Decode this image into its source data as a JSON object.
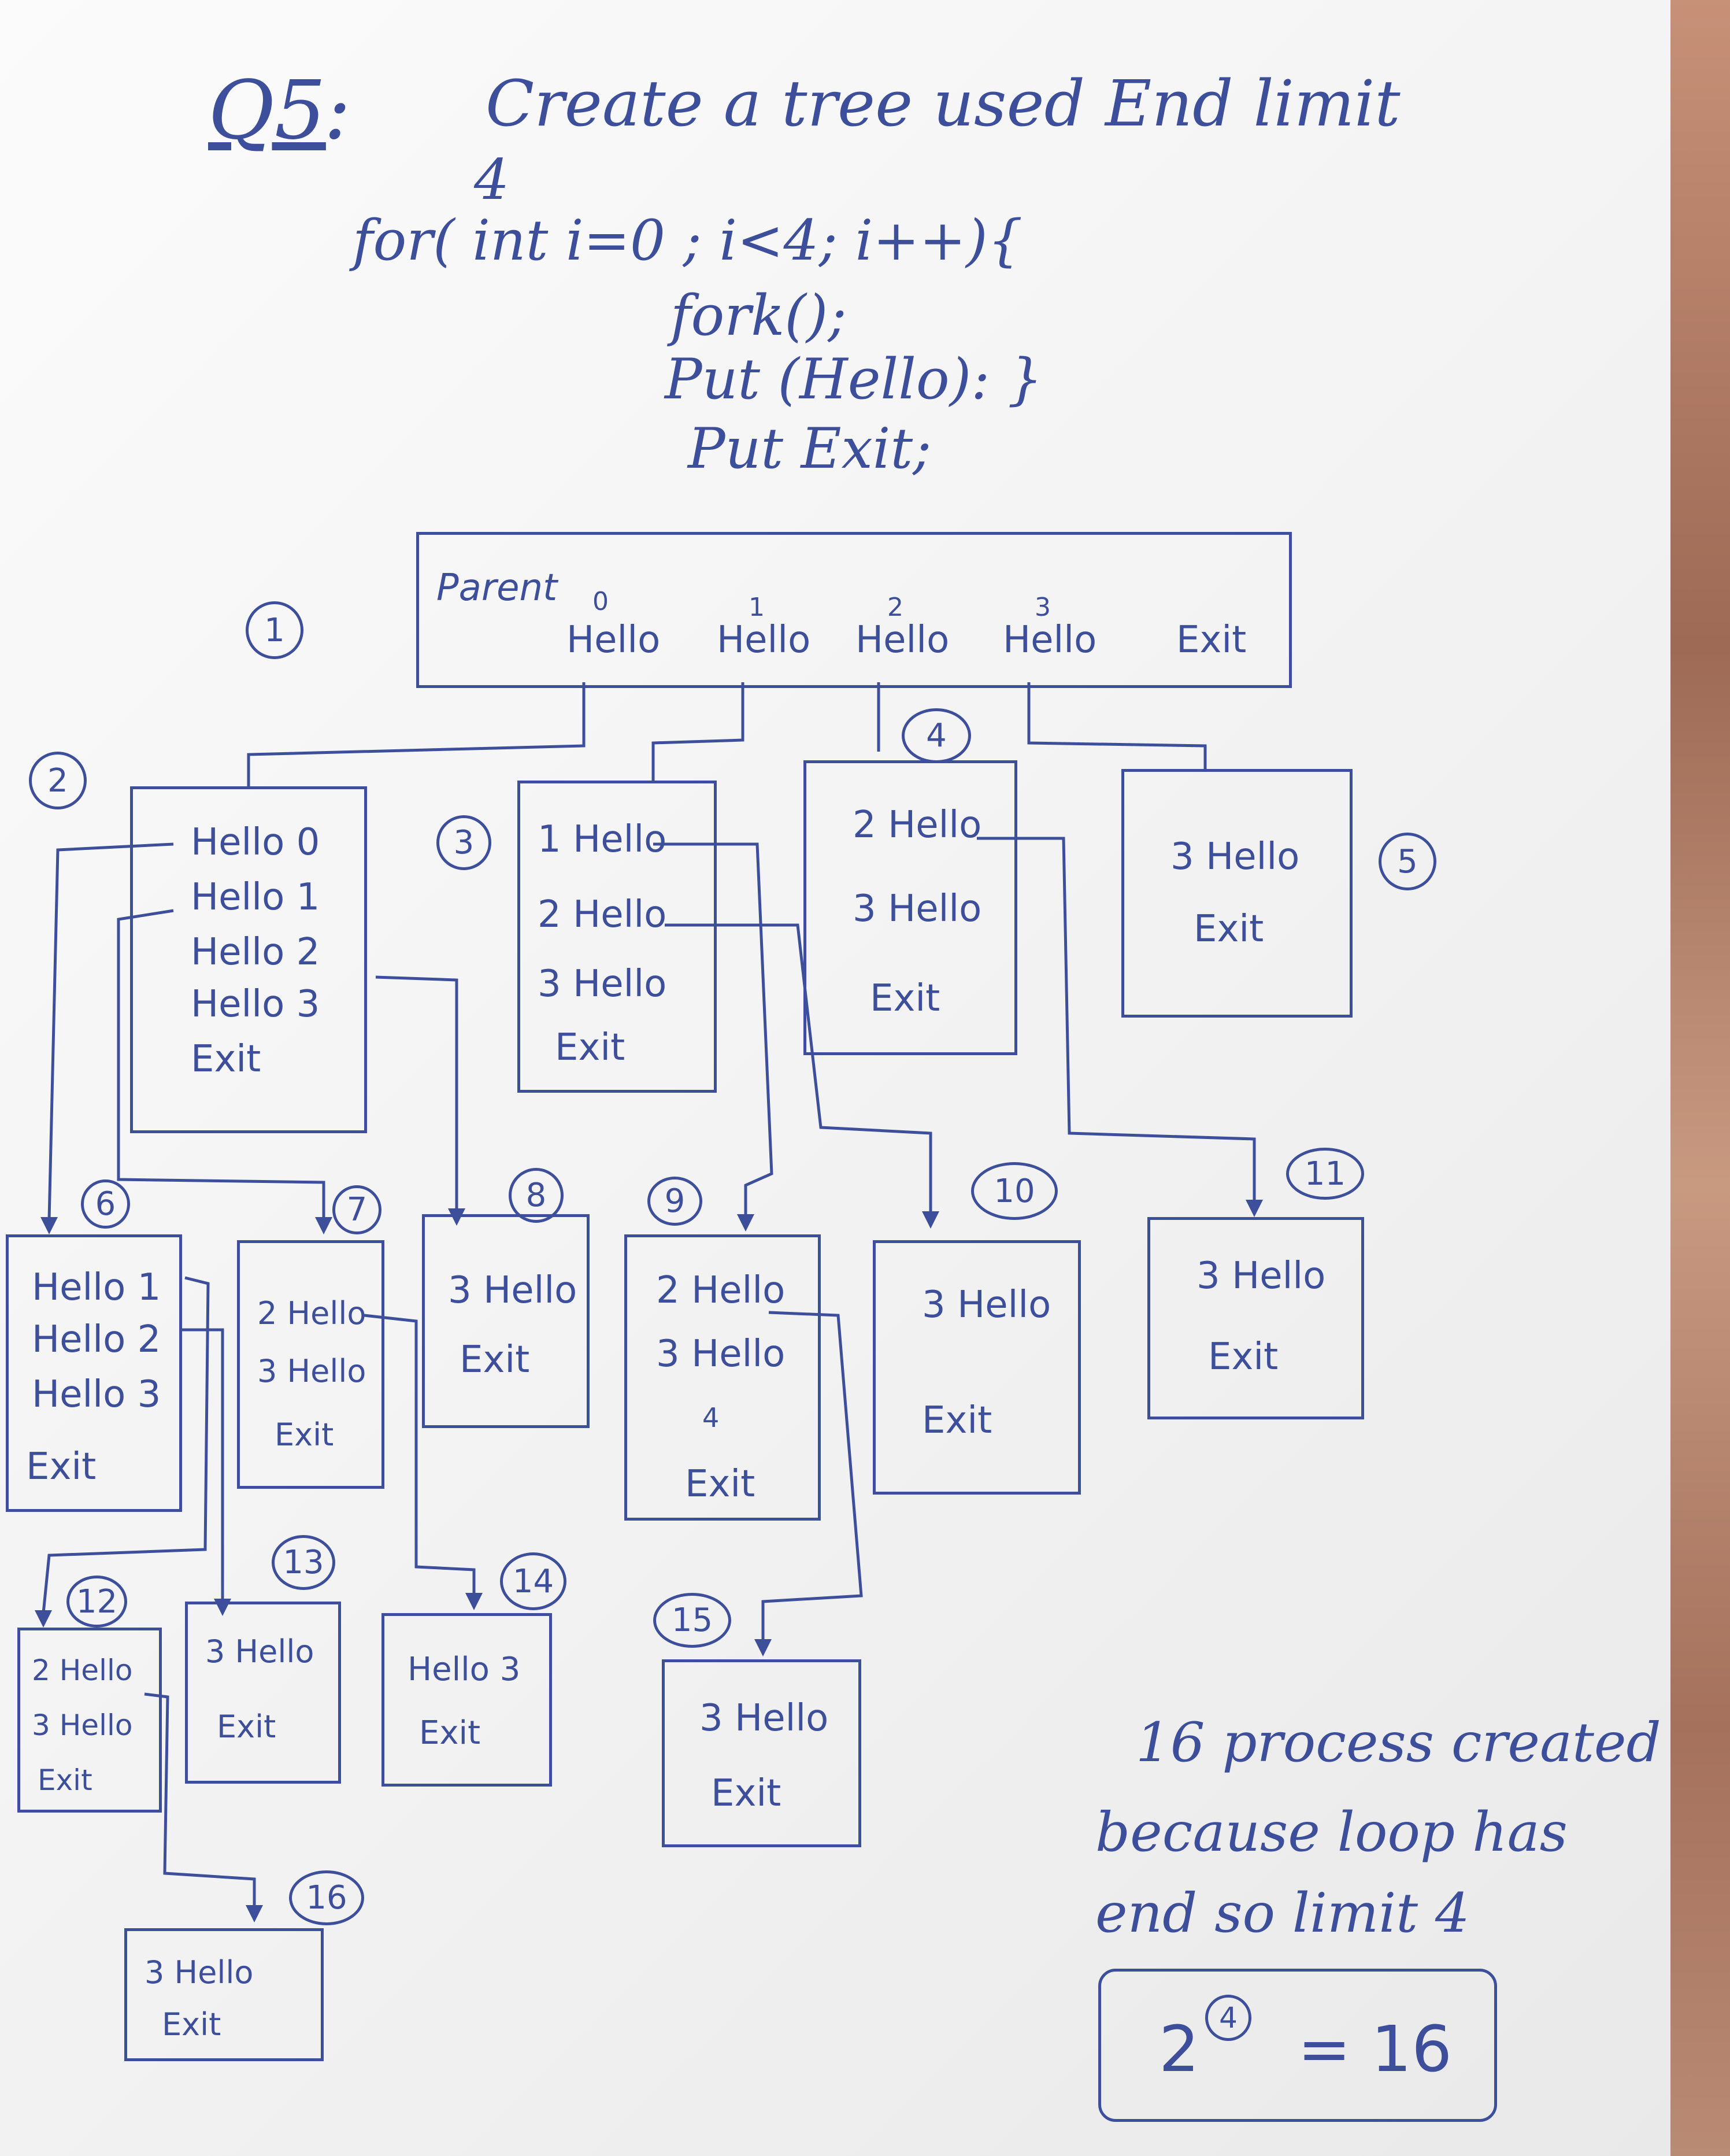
{
  "title": {
    "label": "Q5",
    "colon": ":",
    "text": "Create a tree used End limit",
    "limit": "4"
  },
  "code": {
    "line1": "for( int i=0 ; i<4; i++){",
    "line2": "fork();",
    "line3": "Put (Hello): }",
    "line4": "Put Exit;"
  },
  "parent": {
    "label": "Parent",
    "items": [
      {
        "num": "0",
        "text": "Hello"
      },
      {
        "num": "1",
        "text": "Hello"
      },
      {
        "num": "2",
        "text": "Hello"
      },
      {
        "num": "3",
        "text": "Hello"
      },
      {
        "num": "",
        "text": "Exit"
      }
    ]
  },
  "circles": [
    "1",
    "2",
    "3",
    "4",
    "5",
    "6",
    "7",
    "8",
    "9",
    "10",
    "11",
    "12",
    "13",
    "14",
    "15",
    "16"
  ],
  "boxes": {
    "b2": [
      "Hello 0",
      "Hello 1",
      "Hello 2",
      "Hello 3",
      "Exit"
    ],
    "b3": [
      "1 Hello",
      "2 Hello",
      "3 Hello",
      "Exit"
    ],
    "b4": [
      "2 Hello",
      "3 Hello",
      "Exit"
    ],
    "b5": [
      "3 Hello",
      "Exit"
    ],
    "b6": [
      "Hello 1",
      "Hello 2",
      "Hello 3",
      "Exit"
    ],
    "b7": [
      "2 Hello",
      "3 Hello",
      "Exit"
    ],
    "b8": [
      "3 Hello",
      "Exit"
    ],
    "b9": [
      "2 Hello",
      "3 Hello",
      "4",
      "Exit"
    ],
    "b10": [
      "3 Hello",
      "Exit"
    ],
    "b11": [
      "3 Hello",
      "Exit"
    ],
    "b12": [
      "2 Hello",
      "3 Hello",
      "Exit"
    ],
    "b13": [
      "3 Hello",
      "Exit"
    ],
    "b14": [
      "Hello 3",
      "Exit"
    ],
    "b15": [
      "3 Hello",
      "Exit"
    ],
    "b16": [
      "3 Hello",
      "Exit"
    ]
  },
  "note": {
    "line1": "16 process created",
    "line2": "because loop has",
    "line3": "end so limit 4"
  },
  "formula": {
    "base": "2",
    "exp": "4",
    "result": "= 16"
  },
  "colors": {
    "ink": "#3d4f9a",
    "paper": "#f4f4f4"
  }
}
